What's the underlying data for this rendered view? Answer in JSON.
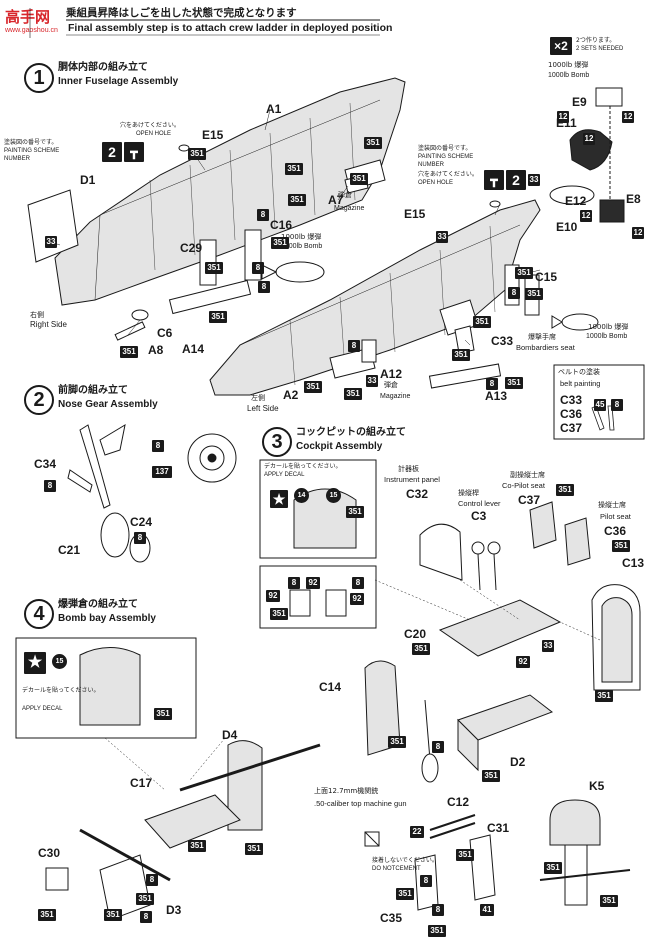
{
  "logo": {
    "brand": "高手网",
    "site": "www.gaoshou.cn"
  },
  "header": {
    "note_jp": "乗組員昇降はしごを出した状態で完成となります",
    "note_en": "Final assembly step is to attach crew ladder in deployed position"
  },
  "steps": [
    {
      "num": "1",
      "title_jp": "胴体内部の組み立て",
      "title_en": "Inner Fuselage Assembly"
    },
    {
      "num": "2",
      "title_jp": "前脚の組み立て",
      "title_en": "Nose Gear Assembly"
    },
    {
      "num": "3",
      "title_jp": "コックピットの組み立て",
      "title_en": "Cockpit Assembly"
    },
    {
      "num": "4",
      "title_jp": "爆弾倉の組み立て",
      "title_en": "Bomb bay Assembly"
    }
  ],
  "multiplier": {
    "badge": "×2",
    "text_jp": "2つ作ります。",
    "text_en": "2 SETS NEEDED"
  },
  "bomb_title": {
    "jp": "1000lb 爆弾",
    "en": "1000lb Bomb"
  },
  "notes": {
    "open_hole_jp": "穴をあけてください。",
    "open_hole_en": "OPEN HOLE",
    "scheme_jp": "塗装図の番号です。",
    "scheme_en1": "PAINTING SCHEME",
    "scheme_en2": "NUMBER",
    "right_jp": "右側",
    "right_en": "Right Side",
    "left_jp": "左側",
    "left_en": "Left Side",
    "magazine_jp": "弾倉",
    "magazine_en": "Magazine",
    "bomb_jp": "1000lb 爆弾",
    "bomb_en": "1000lb Bomb",
    "bombardier_jp": "爆撃手席",
    "bombardier_en": "Bombardiers seat",
    "belt_jp": "ベルトの塗装",
    "belt_en": "belt painting",
    "panel_jp": "計器板",
    "panel_en": "Instrument panel",
    "lever_jp": "操縦桿",
    "lever_en": "Control lever",
    "copilot_jp": "副操縦士席",
    "copilot_en": "Co-Pilot seat",
    "pilot_jp": "操縦士席",
    "pilot_en": "Pilot seat",
    "decal_jp": "デカールを貼ってください。",
    "decal_en": "APPLY DECAL",
    "gun_jp": "上面12.7mm機関銃",
    "gun_en": ".50-caliber top machine gun",
    "nocement_jp": "接着しないでください。",
    "nocement_en": "DO NOTCEMENT"
  },
  "scheme_num": "2",
  "parts": {
    "A1": "A1",
    "A2": "A2",
    "A7": "A7",
    "A8": "A8",
    "A12": "A12",
    "A13": "A13",
    "A14": "A14",
    "C3": "C3",
    "C6": "C6",
    "C12": "C12",
    "C13": "C13",
    "C14": "C14",
    "C15": "C15",
    "C16": "C16",
    "C17": "C17",
    "C20": "C20",
    "C21": "C21",
    "C24": "C24",
    "C29": "C29",
    "C30": "C30",
    "C31": "C31",
    "C32": "C32",
    "C33": "C33",
    "C34": "C34",
    "C35": "C35",
    "C36": "C36",
    "C37": "C37",
    "D1": "D1",
    "D2": "D2",
    "D3": "D3",
    "D4": "D4",
    "E8": "E8",
    "E9": "E9",
    "E10": "E10",
    "E11": "E11",
    "E12": "E12",
    "E15": "E15",
    "E15b": "E15",
    "K5": "K5"
  },
  "belt_parts": [
    "C33",
    "C36",
    "C37"
  ],
  "colors": {
    "ink": "#1a1a1a",
    "paper": "#ffffff",
    "shade": "#cfcfcf",
    "logo_red": "#d8262b"
  },
  "paint_codes": {
    "p351": "351",
    "p8": "8",
    "p33": "33",
    "p12": "12",
    "p137": "137",
    "p92": "92",
    "p41": "41",
    "p22": "22",
    "p14": "14",
    "p15": "15",
    "p45": "45"
  }
}
